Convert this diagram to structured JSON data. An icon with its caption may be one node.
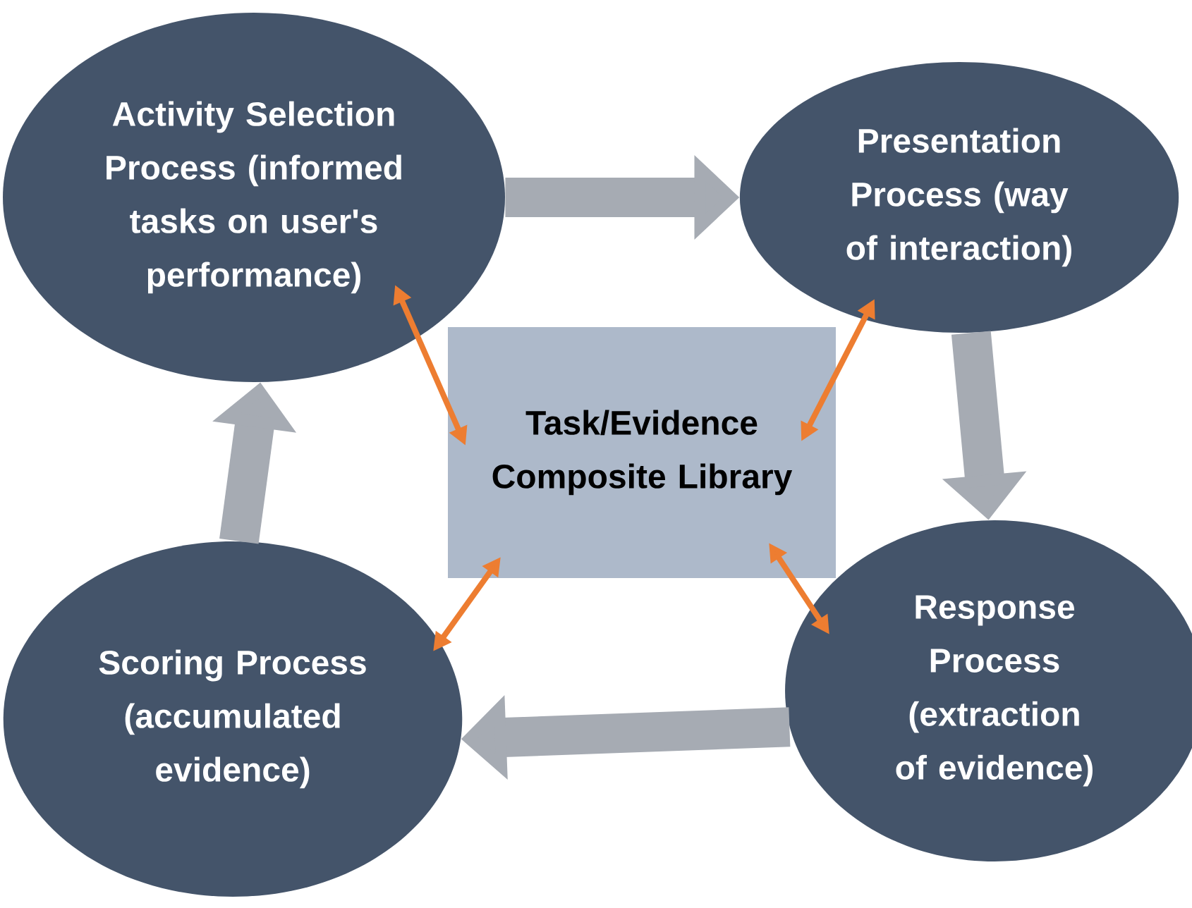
{
  "diagram": {
    "nodes": [
      {
        "text": [
          "Activity Selection Process (informed tasks on user's performance)"
        ]
      },
      {
        "text": [
          "Presentation Process (way of interaction)"
        ]
      },
      {
        "text": [
          "Task/Evidence Composite Library"
        ]
      },
      {
        "text": [
          "Response Process (extraction of evidence)"
        ]
      },
      {
        "text": [
          "Scoring Process (accumulated evidence)"
        ]
      }
    ],
    "edges": [
      {
        "from": 0,
        "to": 1,
        "arrow": "to",
        "style": "thick",
        "color": "#a6abb3"
      },
      {
        "from": 1,
        "to": 3,
        "arrow": "to",
        "style": "thick",
        "color": "#a6abb3"
      },
      {
        "from": 3,
        "to": 4,
        "arrow": "to",
        "style": "thick",
        "color": "#a6abb3"
      },
      {
        "from": 4,
        "to": 0,
        "arrow": "to",
        "style": "thick",
        "color": "#a6abb3"
      },
      {
        "from": 0,
        "to": 2,
        "arrow": "both",
        "color": "#ed7d31"
      },
      {
        "from": 1,
        "to": 2,
        "arrow": "both",
        "color": "#ed7d31"
      },
      {
        "from": 3,
        "to": 2,
        "arrow": "both",
        "color": "#ed7d31"
      },
      {
        "from": 4,
        "to": 2,
        "arrow": "both",
        "color": "#ed7d31"
      }
    ]
  }
}
